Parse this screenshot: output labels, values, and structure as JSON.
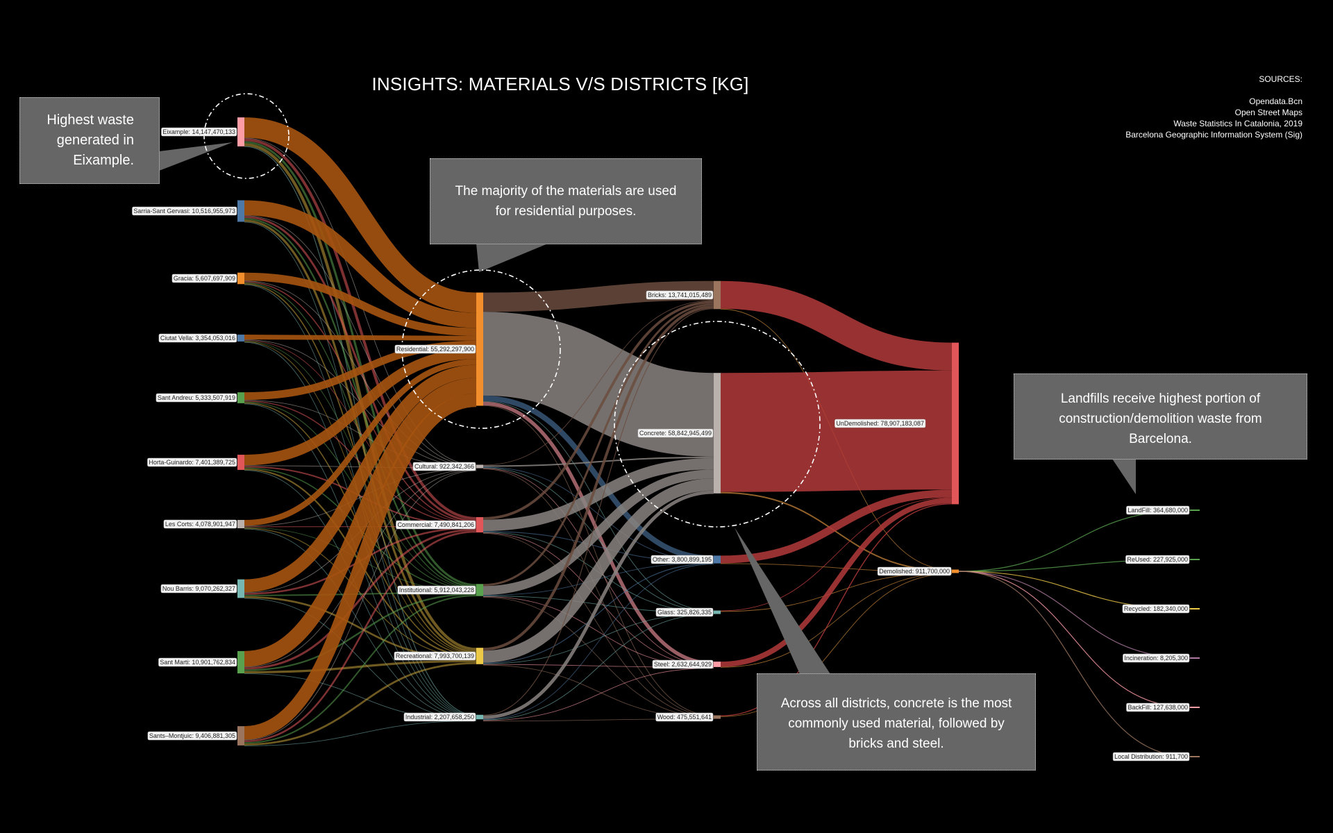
{
  "title": "INSIGHTS: MATERIALS V/S DISTRICTS [KG]",
  "sources": {
    "heading": "SOURCES:",
    "items": [
      "Opendata.Bcn",
      "Open Street Maps",
      "Waste Statistics In Catalonia, 2019",
      "Barcelona Geographic Information System (Sig)"
    ]
  },
  "callouts": {
    "eixample": [
      "Highest waste",
      "generated in",
      "Eixample."
    ],
    "residential": [
      "The majority of the materials are used",
      "for residential purposes."
    ],
    "landfill": [
      "Landfills receive highest portion of",
      "construction/demolition waste from",
      "Barcelona."
    ],
    "concrete": [
      "Across all districts, concrete is the most",
      "commonly used material, followed by",
      "bricks and steel."
    ]
  },
  "colors": {
    "background": "#000000",
    "district_flow": "#a65410",
    "residential_node": "#f28e2b",
    "concrete_flow": "#8a8480",
    "bricks_flow": "#6b4c3e",
    "undemolished_flow": "#b33a3a",
    "callout_bg": "#666666"
  },
  "chart_data": {
    "type": "sankey",
    "title": "INSIGHTS: MATERIALS V/S DISTRICTS [KG]",
    "nodes": {
      "districts": [
        {
          "name": "Eixample",
          "label": "Eixample: 14,147,470,133",
          "value": 14147470133,
          "color": "#ff9da7"
        },
        {
          "name": "Sarria-Sant Gervasi",
          "label": "Sarria-Sant Gervasi: 10,516,955,973",
          "value": 10516955973,
          "color": "#4e79a7"
        },
        {
          "name": "Gracia",
          "label": "Gracia: 5,607,697,909",
          "value": 5607697909,
          "color": "#f28e2b"
        },
        {
          "name": "Ciutat Vella",
          "label": "Ciutat Vella: 3,354,053,016",
          "value": 3354053016,
          "color": "#4e79a7"
        },
        {
          "name": "Sant Andreu",
          "label": "Sant Andreu: 5,333,507,919",
          "value": 5333507919,
          "color": "#59a14f"
        },
        {
          "name": "Horta-Guinardo",
          "label": "Horta-Guinardo: 7,401,389,725",
          "value": 7401389725,
          "color": "#e15759"
        },
        {
          "name": "Les Corts",
          "label": "Les Corts: 4,078,901,947",
          "value": 4078901947,
          "color": "#bab0ac"
        },
        {
          "name": "Nou Barris",
          "label": "Nou Barris: 9,070,262,327",
          "value": 9070262327,
          "color": "#76b7b2"
        },
        {
          "name": "Sant Marti",
          "label": "Sant Marti: 10,901,762,834",
          "value": 10901762834,
          "color": "#59a14f"
        },
        {
          "name": "Sants-Montjuic",
          "label": "Sants–Montjuic: 9,406,881,305",
          "value": 9406881305,
          "color": "#9c755f"
        }
      ],
      "uses": [
        {
          "name": "Residential",
          "label": "Residential: 55,292,297,900",
          "value": 55292297900,
          "color": "#f28e2b"
        },
        {
          "name": "Cultural",
          "label": "Cultural: 922,342,366",
          "value": 922342366,
          "color": "#bab0ac"
        },
        {
          "name": "Commercial",
          "label": "Commercial: 7,490,841,206",
          "value": 7490841206,
          "color": "#e15759"
        },
        {
          "name": "Institutional",
          "label": "Institutional: 5,912,043,228",
          "value": 5912043228,
          "color": "#59a14f"
        },
        {
          "name": "Recreational",
          "label": "Recreational: 7,993,700,139",
          "value": 7993700139,
          "color": "#edc948"
        },
        {
          "name": "Industrial",
          "label": "Industrial: 2,207,658,250",
          "value": 2207658250,
          "color": "#76b7b2"
        }
      ],
      "materials": [
        {
          "name": "Bricks",
          "label": "Bricks: 13,741,015,489",
          "value": 13741015489,
          "color": "#9c755f"
        },
        {
          "name": "Concrete",
          "label": "Concrete: 58,842,945,499",
          "value": 58842945499,
          "color": "#bab0ac"
        },
        {
          "name": "Other",
          "label": "Other: 3,800,899,195",
          "value": 3800899195,
          "color": "#4e79a7"
        },
        {
          "name": "Glass",
          "label": "Glass: 325,826,335",
          "value": 325826335,
          "color": "#76b7b2"
        },
        {
          "name": "Steel",
          "label": "Steel: 2,632,644,929",
          "value": 2632644929,
          "color": "#ff9da7"
        },
        {
          "name": "Wood",
          "label": "Wood: 475,551,641",
          "value": 475551641,
          "color": "#9c755f"
        }
      ],
      "status": [
        {
          "name": "UnDemolished",
          "label": "UnDemolished: 78,907,183,087",
          "value": 78907183087,
          "color": "#e15759"
        },
        {
          "name": "Demolished",
          "label": "Demolished: 911,700,000",
          "value": 911700000,
          "color": "#f28e2b"
        }
      ],
      "destinations": [
        {
          "name": "LandFill",
          "label": "LandFill: 364,680,000",
          "value": 364680000,
          "color": "#59a14f"
        },
        {
          "name": "ReUsed",
          "label": "ReUsed: 227,925,000",
          "value": 227925000,
          "color": "#59a14f"
        },
        {
          "name": "Recycled",
          "label": "Recycled: 182,340,000",
          "value": 182340000,
          "color": "#edc948"
        },
        {
          "name": "Incineration",
          "label": "Incineration: 8,205,300",
          "value": 8205300,
          "color": "#af7aa1"
        },
        {
          "name": "BackFill",
          "label": "BackFill: 127,638,000",
          "value": 127638000,
          "color": "#ff9da7"
        },
        {
          "name": "Local Distribution",
          "label": "Local Distribution: 911,700",
          "value": 911700,
          "color": "#9c755f"
        }
      ]
    }
  }
}
